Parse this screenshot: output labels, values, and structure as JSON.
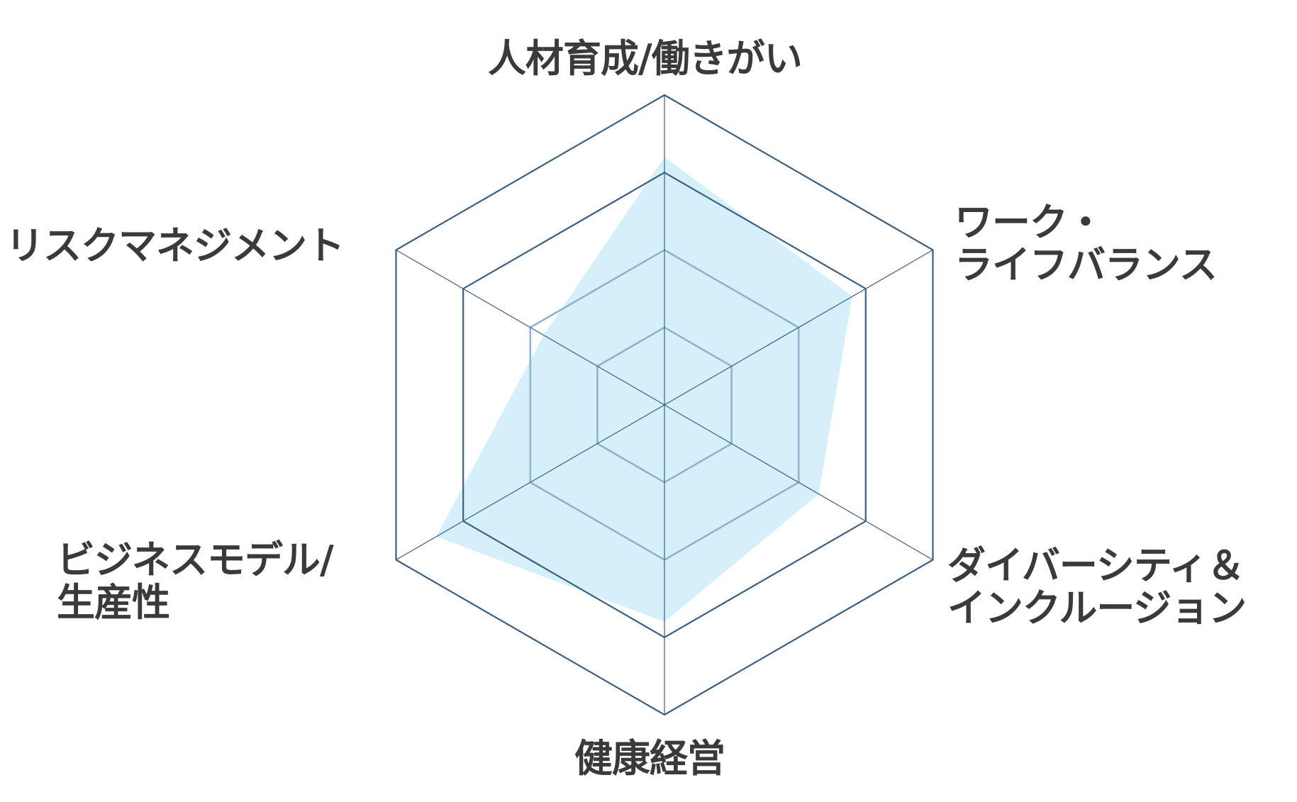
{
  "chart_data": {
    "type": "radar",
    "axes": [
      {
        "lines": [
          "人材育成/働きがい"
        ]
      },
      {
        "lines": [
          "ワーク・",
          "ライフバランス"
        ]
      },
      {
        "lines": [
          "ダイバーシティ＆",
          "インクルージョン"
        ]
      },
      {
        "lines": [
          "健康経営"
        ]
      },
      {
        "lines": [
          "ビジネスモデル/",
          "生産性"
        ]
      },
      {
        "lines": [
          "リスクマネジメント"
        ]
      }
    ],
    "max": 4,
    "grid_levels": 4,
    "values": [
      3.2,
      2.8,
      2.3,
      2.8,
      3.4,
      1.8
    ],
    "colors": {
      "fill": "#d6f0fb",
      "outer_grid": "#3d5f82",
      "inner_grid": "#8fb3cc",
      "spokes": "#3d5f82",
      "label": "#3a3a3a"
    }
  }
}
